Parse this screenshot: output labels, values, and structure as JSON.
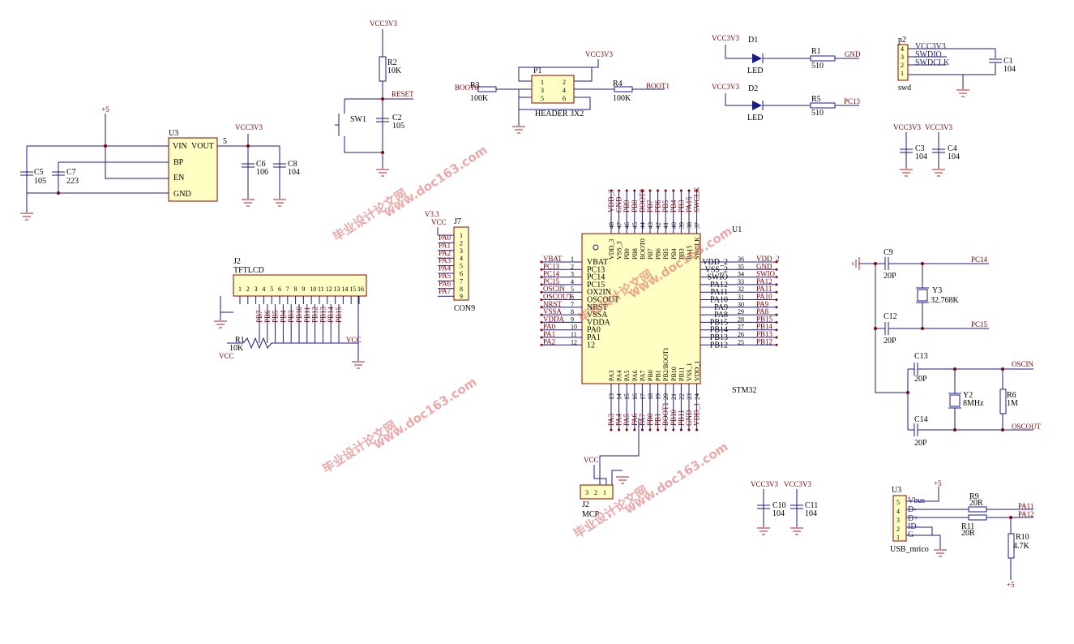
{
  "power": {
    "vcc3v3": "VCC3V3",
    "plus5": "+5",
    "vcc": "VCC",
    "v33": "V3.3",
    "gnd": "GND"
  },
  "u3_reg": {
    "ref": "U3",
    "pins": [
      "VIN",
      "VOUT",
      "BP",
      "EN",
      "GND"
    ],
    "vout_pin": "5"
  },
  "caps": {
    "c5": "C5",
    "c5v": "105",
    "c7": "C7",
    "c7v": "223",
    "c6": "C6",
    "c6v": "106",
    "c8": "C8",
    "c8v": "104",
    "c2": "C2",
    "c2v": "105",
    "c3": "C3",
    "c3v": "104",
    "c4": "C4",
    "c4v": "104",
    "c9": "C9",
    "c9v": "20P",
    "c12": "C12",
    "c12v": "20P",
    "c13": "C13",
    "c13v": "20P",
    "c14": "C14",
    "c14v": "20P",
    "c10": "C10",
    "c10v": "104",
    "c11": "C11",
    "c11v": "104",
    "c1": "C1",
    "c1v": "104"
  },
  "reset": {
    "r2": "R2",
    "r2v": "10K",
    "net": "RESET",
    "sw": "SW1"
  },
  "p1": {
    "ref": "P1",
    "name": "HEADER 3X2",
    "r3": "R3",
    "r3v": "100K",
    "r4": "R4",
    "r4v": "100K",
    "boot0": "BOOT0",
    "boot1": "BOOT1",
    "pins": [
      "1",
      "2",
      "3",
      "4",
      "5",
      "6"
    ]
  },
  "leds": {
    "d1": "D1",
    "d2": "D2",
    "led": "LED",
    "r1": "R1",
    "r1v": "510",
    "r5": "R5",
    "r5v": "510",
    "pc13": "PC13"
  },
  "swd": {
    "ref": "p2",
    "name": "swd",
    "pins": [
      "4",
      "3",
      "2",
      "1"
    ],
    "sigs": [
      "VCC3V3",
      "SWDIO",
      "SWDCLK"
    ]
  },
  "tftlcd": {
    "ref": "J2",
    "name": "TFTLCD",
    "pins": [
      "1",
      "2",
      "3",
      "4",
      "5",
      "6",
      "7",
      "8",
      "9",
      "10",
      "11",
      "12",
      "13",
      "14",
      "15",
      "16"
    ],
    "nets": [
      "PB7",
      "PB6",
      "PB5",
      "PB4",
      "PB3",
      "PB10",
      "PB11",
      "PB12",
      "PB13",
      "PB14",
      "PB15"
    ],
    "r1": "R1",
    "r1v": "10K"
  },
  "j7": {
    "ref": "J7",
    "name": "CON9",
    "pins": [
      "1",
      "2",
      "3",
      "4",
      "5",
      "6",
      "7",
      "8",
      "9"
    ],
    "nets": [
      "PA0",
      "PA1",
      "PA2",
      "PA3",
      "PA4",
      "PA5",
      "PA6",
      "PA7"
    ]
  },
  "mcu": {
    "ref": "U1",
    "name": "STM32",
    "left_pins": [
      [
        "VBAT",
        "1"
      ],
      [
        "PC13",
        "2"
      ],
      [
        "PC14",
        "3"
      ],
      [
        "PC15",
        "4"
      ],
      [
        "OSCIN",
        "5"
      ],
      [
        "OSCOUT",
        "6"
      ],
      [
        "NRST",
        "7"
      ],
      [
        "VSSA",
        "8"
      ],
      [
        "VDDA",
        "9"
      ],
      [
        "PA0",
        "10"
      ],
      [
        "PA1",
        "11"
      ],
      [
        "PA2",
        "12"
      ]
    ],
    "left_inner": [
      "VBAT",
      "PC13",
      "PC14",
      "PC15",
      "OX2IN",
      "OSCOUT",
      "NRST",
      "VSSA",
      "VDDA",
      "PA0",
      "PA1",
      "12"
    ],
    "right_pins": [
      [
        "VDD_2",
        "36"
      ],
      [
        "GND",
        "35"
      ],
      [
        "SWIO",
        "34"
      ],
      [
        "PA12",
        "33"
      ],
      [
        "PA11",
        "32"
      ],
      [
        "PA10",
        "31"
      ],
      [
        "PA9",
        "30"
      ],
      [
        "PA8",
        "29"
      ],
      [
        "PB15",
        "28"
      ],
      [
        "PB14",
        "27"
      ],
      [
        "PB13",
        "26"
      ],
      [
        "PB12",
        "25"
      ]
    ],
    "right_inner": [
      "VDD_2",
      "VSS_2",
      "SWIO",
      "PA12",
      "PA11",
      "PA10",
      "PA9",
      "PA8",
      "PB15",
      "PB14",
      "PB13",
      "PB12"
    ],
    "top_pins": [
      [
        "VDD_3",
        "48"
      ],
      [
        "GND",
        "47"
      ],
      [
        "PB9",
        "46"
      ],
      [
        "PB8",
        "45"
      ],
      [
        "BOOT0",
        "44"
      ],
      [
        "PB7",
        "43"
      ],
      [
        "PB6",
        "42"
      ],
      [
        "PB5",
        "41"
      ],
      [
        "PB4",
        "40"
      ],
      [
        "PB3",
        "39"
      ],
      [
        "PA15",
        "38"
      ],
      [
        "SWCLK",
        "37"
      ]
    ],
    "top_inner": [
      "VDD_3",
      "VSS_3",
      "PB9",
      "PB8",
      "BOOT0",
      "PB7",
      "PB6",
      "PB5",
      "PB4",
      "PB3",
      "PA15",
      "SWCLK"
    ],
    "bottom_pins": [
      [
        "PA3",
        "13"
      ],
      [
        "PA4",
        "14"
      ],
      [
        "PA5",
        "15"
      ],
      [
        "PA6",
        "16"
      ],
      [
        "PA7",
        "17"
      ],
      [
        "PB0",
        "18"
      ],
      [
        "PB1",
        "19"
      ],
      [
        "BOOT1",
        "20"
      ],
      [
        "PB10",
        "21"
      ],
      [
        "PB11",
        "22"
      ],
      [
        "GND",
        "23"
      ],
      [
        "VDD_1",
        "24"
      ]
    ],
    "bottom_inner": [
      "PA3",
      "PA4",
      "PA5",
      "PA6",
      "PA7",
      "PB0",
      "PB1",
      "PB2/BOOT1",
      "PB10",
      "PB11",
      "VSS_1",
      "VDD_1"
    ]
  },
  "clock": {
    "y3": "Y3",
    "y3v": "32.768K",
    "y2": "Y2",
    "y2v": "8MHz",
    "r6": "R6",
    "r6v": "1M",
    "pc14": "PC14",
    "pc15": "PC15",
    "oscin": "OSCIN",
    "oscout": "OSCOUT"
  },
  "mcp": {
    "ref": "J2",
    "name": "MCP",
    "pins": [
      "3",
      "2",
      "1"
    ]
  },
  "usb": {
    "ref": "U3",
    "name": "USB_mrico",
    "pins": [
      "5",
      "4",
      "3",
      "2",
      "1"
    ],
    "sigs": [
      "Vbus",
      "D-",
      "D+",
      "ID",
      "G"
    ],
    "r9": "R9",
    "r9v": "20R",
    "r11": "R11",
    "r11v": "20R",
    "r10": "R10",
    "r10v": "4.7K",
    "pa11": "PA11",
    "pa12": "PA12"
  },
  "watermarks": [
    "毕业设计论文网",
    "www.doc163.com"
  ]
}
